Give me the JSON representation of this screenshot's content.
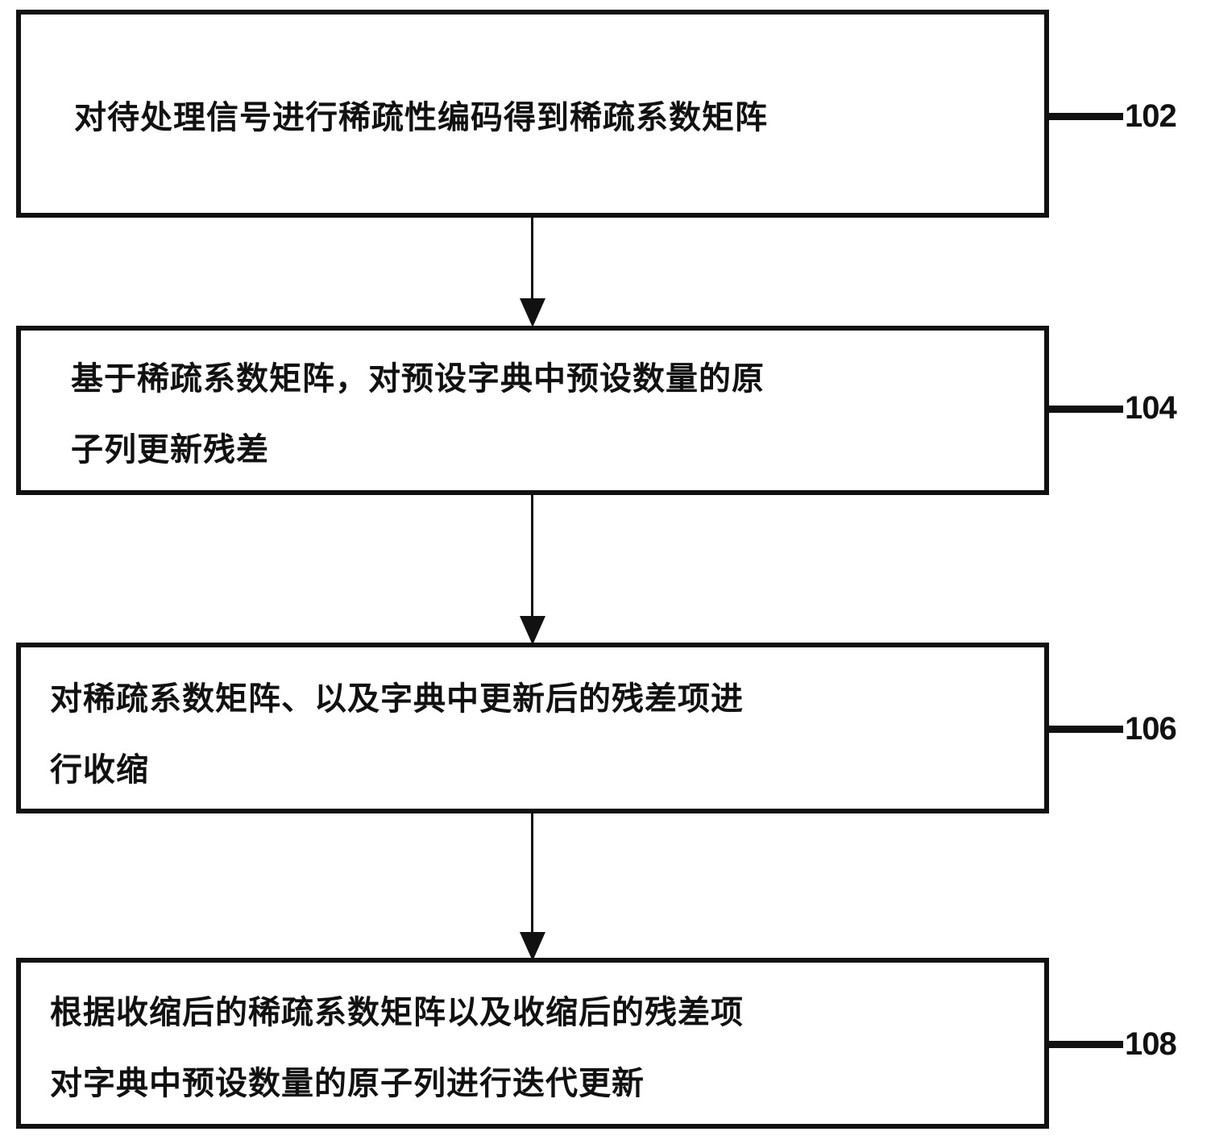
{
  "diagram": {
    "type": "flowchart",
    "steps": [
      {
        "id": "102",
        "label": "102",
        "lines": [
          "对待处理信号进行稀疏性编码得到稀疏系数矩阵"
        ]
      },
      {
        "id": "104",
        "label": "104",
        "lines": [
          "基于稀疏系数矩阵，对预设字典中预设数量的原",
          "子列更新残差"
        ]
      },
      {
        "id": "106",
        "label": "106",
        "lines": [
          "对稀疏系数矩阵、以及字典中更新后的残差项进",
          "行收缩"
        ]
      },
      {
        "id": "108",
        "label": "108",
        "lines": [
          "根据收缩后的稀疏系数矩阵以及收缩后的残差项",
          "对字典中预设数量的原子列进行迭代更新"
        ]
      }
    ],
    "edges": [
      {
        "from": "102",
        "to": "104"
      },
      {
        "from": "104",
        "to": "106"
      },
      {
        "from": "106",
        "to": "108"
      }
    ]
  }
}
